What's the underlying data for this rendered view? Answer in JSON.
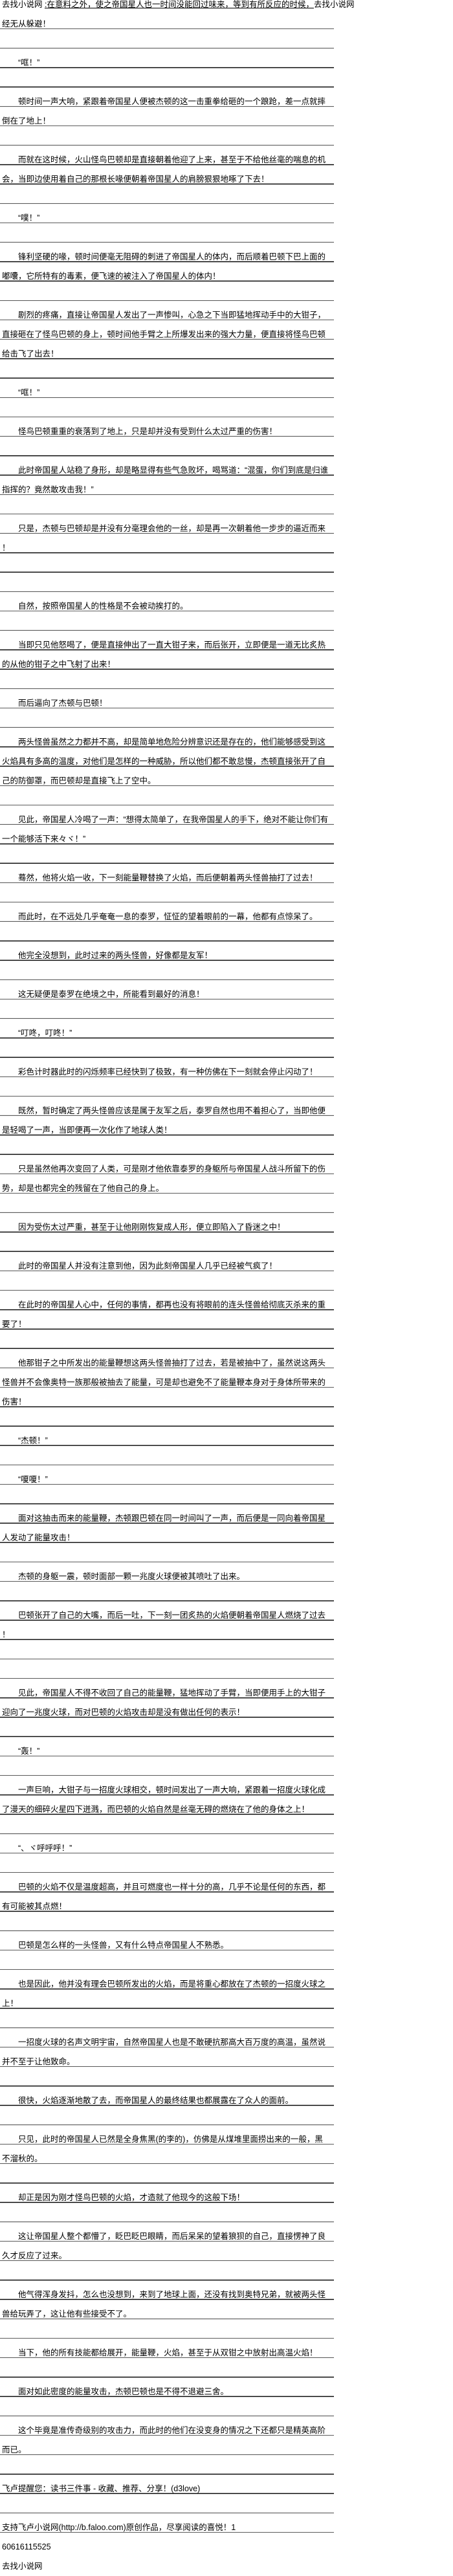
{
  "intro": {
    "site_prefix": "去找小说网 ",
    "link_text": ":在意料之外，使之帝国星人也一时间没能回过味来，等到有所反应的时候，",
    "site_suffix": "去找小说网",
    "line2": "经无从躲避！"
  },
  "paragraphs": [
    "“哐！”",
    "顿时间一声大响，紧跟着帝国星人便被杰顿的这一击重拳给砸的一个踉跄，差一点就摔倒在了地上！",
    "而就在这时候，火山怪鸟巴顿却是直接朝着他迎了上来，甚至于不给他丝毫的喘息的机会，当即边使用着自己的那根长喙便朝着帝国星人的肩膀狠狠地啄了下去！",
    "“噗！”",
    "锋利坚硬的喙，顿时间便毫无阻碍的刺进了帝国星人的体内，而后顺着巴顿下巴上面的嘟囔，它所特有的毒素，便飞速的被注入了帝国星人的体内！",
    "剧烈的疼痛，直接让帝国星人发出了一声惨叫，心急之下当即猛地挥动手中的大钳子，直接砸在了怪鸟巴顿的身上，顿时间他手臂之上所爆发出来的强大力量，便直接将怪鸟巴顿给击飞了出去！",
    "“哐！”",
    "怪鸟巴顿重重的衰落到了地上，只是却并没有受到什么太过严重的伤害！",
    "此时帝国星人站稳了身形，却是略显得有些气急败坏，喝骂道：“混蛋，你们到底是归谁指挥的？竟然敢攻击我！”",
    "只是，杰顿与巴顿却是并没有分毫理会他的一丝，却是再一次朝着他一步步的逼近而来！",
    "自然，按照帝国星人的性格是不会被动挨打的。",
    "当即只见他怒喝了，便是直接伸出了一直大钳子来，而后张开，立即便是一道无比炙热的从他的钳子之中飞射了出来！",
    "而后逼向了杰顿与巴顿！",
    "两头怪兽虽然之力都并不高，却是简单地危险分辨意识还是存在的，他们能够感受到这火焰具有多高的温度，对他们是怎样的一种威胁，所以他们都不敢怠慢，杰顿直接张开了自己的防御罩，而巴顿却是直接飞上了空中。",
    "见此，帝国星人冷喝了一声：“想得太简单了，在我帝国星人的手下，绝对不能让你们有一个能够活下来々ヾ！”",
    "蓦然，他将火焰一收，下一刻能量鞭替换了火焰，而后便朝着两头怪兽抽打了过去！",
    "而此时，在不远处几乎奄奄一息的泰罗，怔怔的望着眼前的一幕，他都有点惊呆了。",
    "他完全没想到，此时过来的两头怪兽，好像都是友军！",
    "这无疑便是泰罗在绝境之中，所能看到最好的消息！",
    "“叮咚，叮咚！”",
    "彩色计时器此时的闪烁频率已经快到了极致，有一种仿佛在下一刻就会停止闪动了！",
    "既然，暂时确定了两头怪兽应该是属于友军之后，泰罗自然也用不着担心了，当即他便是轻喝了一声，当即便再一次化作了地球人类！",
    "只是虽然他再次变回了人类，可是刚才他依靠泰罗的身躯所与帝国星人战斗所留下的伤势，却是也都完全的残留在了他自己的身上。",
    "因为受伤太过严重，甚至于让他刚刚恢复成人形，便立即陷入了昏迷之中！",
    "此时的帝国星人并没有注意到他，因为此刻帝国星人几乎已经被气疯了！",
    "在此时的帝国星人心中，任何的事情，都再也没有将眼前的连头怪兽给彻底灭杀来的重要了！",
    "他那钳子之中所发出的能量鞭想这两头怪兽抽打了过去，若是被抽中了，虽然说这两头怪兽并不会像奥特一族那般被抽去了能量，可是却也避免不了能量鞭本身对于身体所带来的伤害！",
    "“杰顿！”",
    "“嗄嗄！”",
    "面对这抽击而来的能量鞭，杰顿跟巴顿在同一时间叫了一声，而后便是一同向着帝国星人发动了能量攻击！",
    "杰顿的身躯一震，顿时面部一颗一兆度火球便被其喷吐了出来。",
    "巴顿张开了自己的大嘴，而后一吐，下一刻一团炙热的火焰便朝着帝国星人燃烧了过去！",
    "见此，帝国星人不得不收回了自己的能量鞭，猛地挥动了手臂，当即便用手上的大钳子迎向了一兆度火球，而对巴顿的火焰攻击却是没有做出任何的表示！",
    "“轰！”",
    "一声巨响，大钳子与一招度火球相交，顿时间发出了一声大响，紧跟着一招度火球化成了漫天的细碎火星四下迸溅，而巴顿的火焰自然是丝毫无碍的燃烧在了他的身体之上！",
    "“、ヾ呼呼呼！”",
    "巴顿的火焰不仅是温度超高，并且可燃度也一样十分的高，几乎不论是任何的东西，都有可能被其点燃！",
    "巴顿是怎么样的一头怪兽，又有什么特点帝国星人不熟悉。",
    "也是因此，他并没有理会巴顿所发出的火焰，而是将重心都放在了杰顿的一招度火球之上！",
    "一招度火球的名声文明宇宙，自然帝国星人也是不敢硬抗那高大百万度的高温，虽然说并不至于让他致命。",
    "很快，火焰逐渐地散了去，而帝国星人的最终结果也都展露在了众人的面前。",
    "只见，此时的帝国星人已然是全身焦黑(的李的)，仿佛是从煤堆里面捞出来的一般，黑不溜秋的。",
    "却正是因为刚才怪鸟巴顿的火焰，才造就了他现今的这般下场！",
    "这让帝国星人整个都懵了，眨巴眨巴眼睛，而后呆呆的望着狼狈的自己，直接愣神了良久才反应了过来。",
    "他气得浑身发抖，怎么也没想到，来到了地球上面，还没有找到奥特兄弟，就被两头怪兽给玩弄了，这让他有些接受不了。",
    "当下，他的所有技能都给展开，能量鞭，火焰，甚至于从双钳之中放射出高温火焰！",
    "面对如此密度的能量攻击，杰顿巴顿也是不得不退避三舍。",
    "这个毕竟是准传奇级别的攻击力，而此时的他们在没变身的情况之下还都只是精英高阶而已。"
  ],
  "footer": {
    "reminder": "飞卢提醒您：读书三件事 - 收藏、推荐、分享！(d3love)",
    "support": "支持飞卢小说网(http://b.faloo.com)原创作品，尽享阅读的喜悦！1",
    "number": "60616115525",
    "site": "去找小说网"
  }
}
